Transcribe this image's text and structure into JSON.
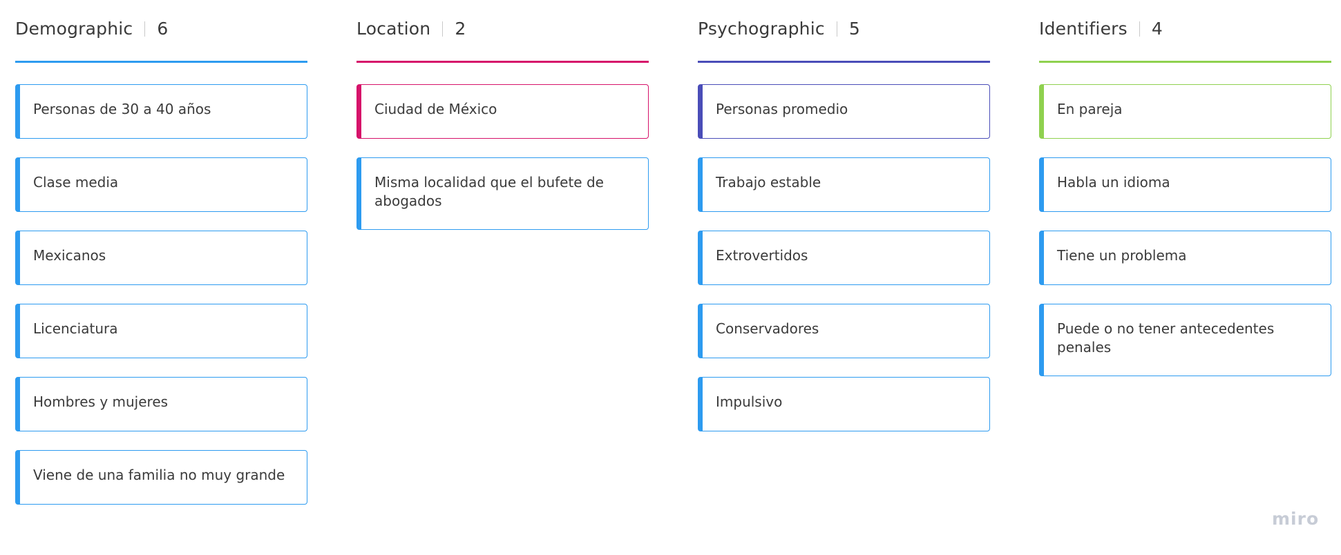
{
  "colors": {
    "blue": "#2d9bf0",
    "pink": "#d6126a",
    "indigo": "#4a4db8",
    "green": "#8fd14f"
  },
  "columns": [
    {
      "title": "Demographic",
      "count": "6",
      "color": "#2d9bf0",
      "cards": [
        {
          "text": "Personas de 30 a 40 años",
          "accent": "#2d9bf0",
          "border": "#2d9bf0"
        },
        {
          "text": "Clase media",
          "accent": "#2d9bf0",
          "border": "#2d9bf0"
        },
        {
          "text": "Mexicanos",
          "accent": "#2d9bf0",
          "border": "#2d9bf0"
        },
        {
          "text": "Licenciatura",
          "accent": "#2d9bf0",
          "border": "#2d9bf0"
        },
        {
          "text": "Hombres y mujeres",
          "accent": "#2d9bf0",
          "border": "#2d9bf0"
        },
        {
          "text": "Viene de una familia no muy grande",
          "accent": "#2d9bf0",
          "border": "#2d9bf0"
        }
      ]
    },
    {
      "title": "Location",
      "count": "2",
      "color": "#d6126a",
      "cards": [
        {
          "text": "Ciudad de México",
          "accent": "#d6126a",
          "border": "#d6126a"
        },
        {
          "text": "Misma localidad que el bufete de abogados",
          "accent": "#2d9bf0",
          "border": "#2d9bf0"
        }
      ]
    },
    {
      "title": "Psychographic",
      "count": "5",
      "color": "#4a4db8",
      "cards": [
        {
          "text": "Personas promedio",
          "accent": "#4a4db8",
          "border": "#4a4db8"
        },
        {
          "text": "Trabajo estable",
          "accent": "#2d9bf0",
          "border": "#2d9bf0"
        },
        {
          "text": "Extrovertidos",
          "accent": "#2d9bf0",
          "border": "#2d9bf0"
        },
        {
          "text": "Conservadores",
          "accent": "#2d9bf0",
          "border": "#2d9bf0"
        },
        {
          "text": "Impulsivo",
          "accent": "#2d9bf0",
          "border": "#2d9bf0"
        }
      ]
    },
    {
      "title": "Identifiers",
      "count": "4",
      "color": "#8fd14f",
      "cards": [
        {
          "text": "En pareja",
          "accent": "#8fd14f",
          "border": "#8fd14f"
        },
        {
          "text": "Habla un idioma",
          "accent": "#2d9bf0",
          "border": "#2d9bf0"
        },
        {
          "text": "Tiene un problema",
          "accent": "#2d9bf0",
          "border": "#2d9bf0"
        },
        {
          "text": "Puede o no tener antecedentes penales",
          "accent": "#2d9bf0",
          "border": "#2d9bf0"
        }
      ]
    }
  ],
  "watermark": "miro"
}
